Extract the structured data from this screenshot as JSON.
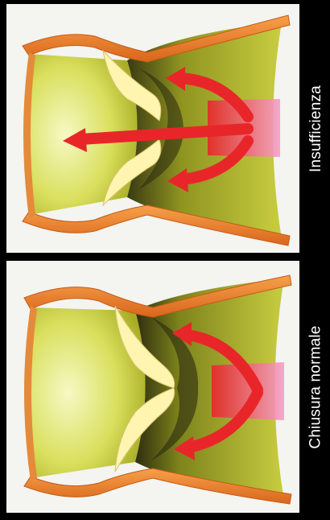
{
  "panels": [
    {
      "label": "Insufficienza",
      "state": "valve-insufficient"
    },
    {
      "label": "Chiusura normale",
      "state": "valve-normal-closure"
    }
  ],
  "colors": {
    "background": "#000000",
    "panel": "#f4f4f0",
    "vessel_wall": "#f08a2c",
    "vessel_wall_dark": "#c85f1a",
    "vessel_interior": "#c9cf3c",
    "vessel_interior_light": "#eef2a4",
    "valve_leaflet": "#fff7c0",
    "arrow_red": "#e8262a",
    "arrow_pink": "#f06aa0",
    "shadow": "#2a2a10"
  }
}
